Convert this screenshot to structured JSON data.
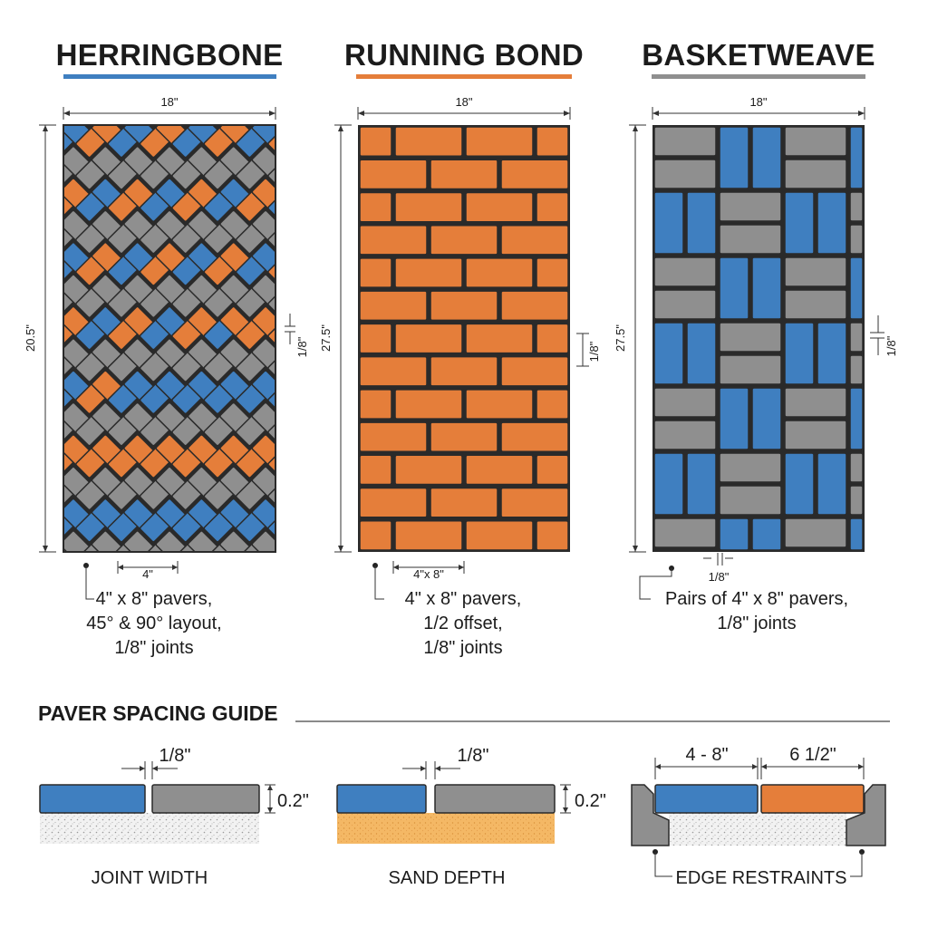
{
  "colors": {
    "blue": "#3f7fc0",
    "orange": "#e57e3a",
    "gray": "#8f8f8f",
    "outline": "#2a2a2a",
    "gravel": "#eeeeee",
    "sand": "#f3b45e"
  },
  "patterns": [
    {
      "title": "HERRINGBONE",
      "underline_color": "#3f7fc0",
      "width_label": "18\"",
      "height_label": "20.5\"",
      "joint_label": "1/8\"",
      "paver_label": "4\"",
      "caption": [
        "4\" x 8\" pavers,",
        "45° & 90° layout,",
        "1/8\" joints"
      ]
    },
    {
      "title": "RUNNING BOND",
      "underline_color": "#e57e3a",
      "width_label": "18\"",
      "height_label": "27.5\"",
      "joint_label": "1/8\"",
      "paver_label": "4\"x 8\"",
      "caption": [
        "4\" x 8\" pavers,",
        "1/2 offset,",
        "1/8\" joints"
      ]
    },
    {
      "title": "BASKETWEAVE",
      "underline_color": "#8f8f8f",
      "width_label": "18\"",
      "height_label": "27.5\"",
      "joint_label": "1/8\"",
      "paver_label": "1/8\"",
      "caption": [
        "Pairs of 4\" x 8\" pavers,",
        "1/8\" joints"
      ]
    }
  ],
  "guide": {
    "title": "PAVER SPACING GUIDE",
    "items": [
      {
        "label": "JOINT WIDTH",
        "gap_label": "1/8\"",
        "depth_label": "0.2\""
      },
      {
        "label": "SAND DEPTH",
        "gap_label": "1/8\"",
        "depth_label": "0.2\""
      },
      {
        "label": "EDGE RESTRAINTS",
        "left_label": "4 - 8\"",
        "right_label": "6 1/2\""
      }
    ]
  }
}
